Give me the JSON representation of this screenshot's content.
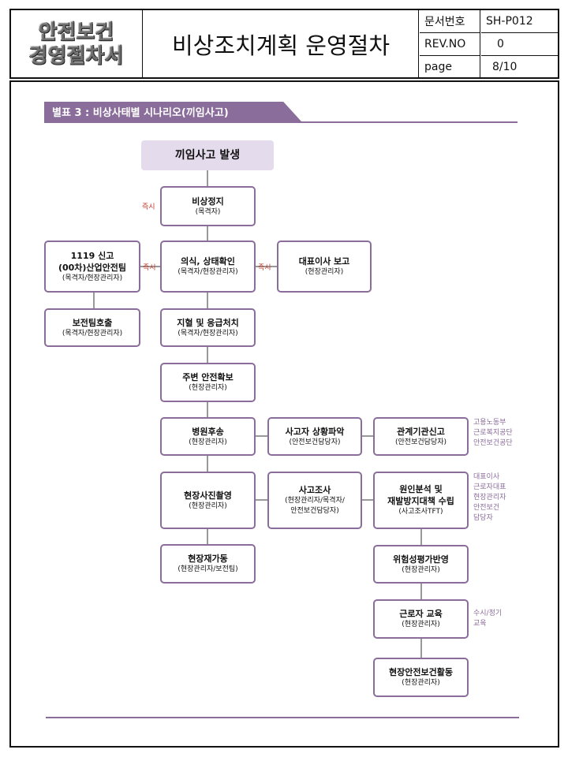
{
  "header": {
    "logo_line1": "안전보건",
    "logo_line2": "경영절차서",
    "doc_title": "비상조치계획 운영절차",
    "doc_no_label": "문서번호",
    "doc_no_value": "SH-P012",
    "rev_label": "REV.NO",
    "rev_value": "0",
    "page_label": "page",
    "page_value": "8/10"
  },
  "figure": {
    "tag": "별표 3 : 비상사태별 시나리오(끼임사고)",
    "start": "끼임사고 발생",
    "nodes": {
      "stop": {
        "main": "비상정지",
        "sub": "(목격자)"
      },
      "check": {
        "main": "의식, 상태확인",
        "sub": "(목격자/현장관리자)"
      },
      "report119": {
        "main": "1119 신고",
        "line2": "(00차)산업안전팀",
        "sub": "(목격자/현장관리자)"
      },
      "ceo": {
        "main": "대표이사 보고",
        "sub": "(현장관리자)"
      },
      "firstaid": {
        "main": "지혈 및 응급처치",
        "sub": "(목격자/현장관리자)"
      },
      "security": {
        "main": "보전팀호출",
        "sub": "(목격자/현장관리자)"
      },
      "perimeter": {
        "main": "주변 안전확보",
        "sub": "(현장관리자)"
      },
      "hospital": {
        "main": "병원후송",
        "sub": "(현장관리자)"
      },
      "status": {
        "main": "사고자 상황파악",
        "sub": "(안전보건담당자)"
      },
      "agency": {
        "main": "관계기관신고",
        "sub": "(안전보건담당자)"
      },
      "photo": {
        "main": "현장사진촬영",
        "sub": "(현장관리자)"
      },
      "investigate": {
        "main": "사고조사",
        "line2": "(현장관리자/목격자/",
        "sub": "안전보건담당자)"
      },
      "cause": {
        "main": "원인분석 및",
        "line2": "재발방지대책 수립",
        "sub": "(사고조사TFT)"
      },
      "restart": {
        "main": "현장재가동",
        "sub": "(현장관리자/보전팀)"
      },
      "risk": {
        "main": "위험성평가반영",
        "sub": "(현장관리자)"
      },
      "education": {
        "main": "근로자 교육",
        "sub": "(현장관리자)"
      },
      "activity": {
        "main": "현장안전보건활동",
        "sub": "(현장관리자)"
      }
    },
    "labels": {
      "immediate1": "즉시",
      "immediate2": "즉시",
      "immediate3": "즉시"
    },
    "notes": {
      "agency": [
        "고용노동부",
        "근로복지공단",
        "안전보건공단"
      ],
      "cause": [
        "대표이사",
        "근로자대표",
        "현장관리자",
        "안전보건",
        "담당자"
      ],
      "education": [
        "수시/정기",
        "교육"
      ]
    }
  }
}
